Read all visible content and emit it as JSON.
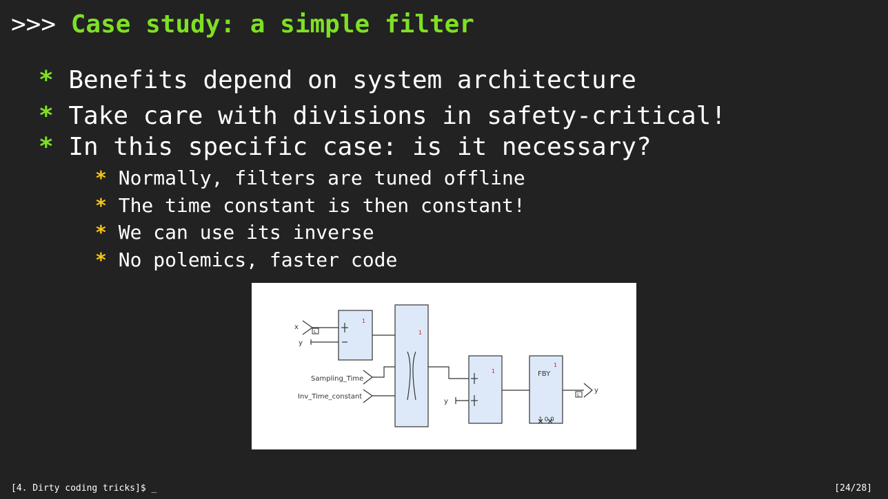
{
  "title": {
    "prompt": ">>>",
    "text": "Case study: a simple filter"
  },
  "bullets": [
    {
      "star": "*",
      "text": "Benefits depend on system architecture"
    },
    {
      "star": "*",
      "text": "Take care with divisions in safety-critical!"
    },
    {
      "star": "*",
      "text": "In this specific case: is it necessary?",
      "sub": [
        {
          "star": "*",
          "text": "Normally, filters are tuned offline"
        },
        {
          "star": "*",
          "text": "The time constant is then constant!"
        },
        {
          "star": "*",
          "text": "We can use its inverse"
        },
        {
          "star": "*",
          "text": "No polemics, faster code"
        }
      ]
    }
  ],
  "diagram": {
    "inputs": {
      "x": "x",
      "y": "y",
      "sampling_time": "Sampling_Time",
      "inv_time_constant": "Inv_Time_constant",
      "y2": "y"
    },
    "output": "y",
    "block_index": "1",
    "fby_label": "FBY",
    "fby_init": "1  0.0",
    "local_tag": "L",
    "colors": {
      "block_fill": "#dde9f8",
      "block_stroke": "#333333",
      "index": "#c0242a"
    }
  },
  "footer": {
    "left": "[4. Dirty coding tricks]$ _",
    "right": "[24/28]"
  }
}
